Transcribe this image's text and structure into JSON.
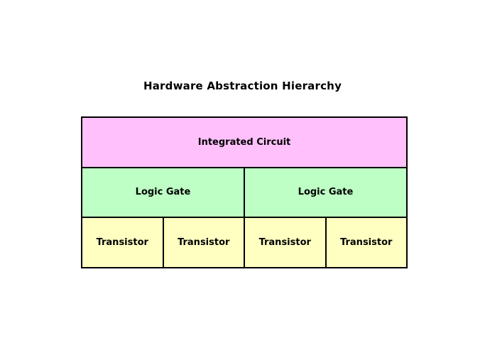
{
  "title": "Hardware Abstraction Hierarchy",
  "diagram": {
    "border_color": "#000000",
    "text_color": "#000000",
    "background_color": "#ffffff",
    "levels": [
      {
        "name": "integrated-circuit-level",
        "color": "#ffc0fb",
        "cells": [
          "Integrated Circuit"
        ]
      },
      {
        "name": "logic-gate-level",
        "color": "#bdffc4",
        "cells": [
          "Logic Gate",
          "Logic Gate"
        ]
      },
      {
        "name": "transistor-level",
        "color": "#ffffc2",
        "cells": [
          "Transistor",
          "Transistor",
          "Transistor",
          "Transistor"
        ]
      }
    ]
  }
}
